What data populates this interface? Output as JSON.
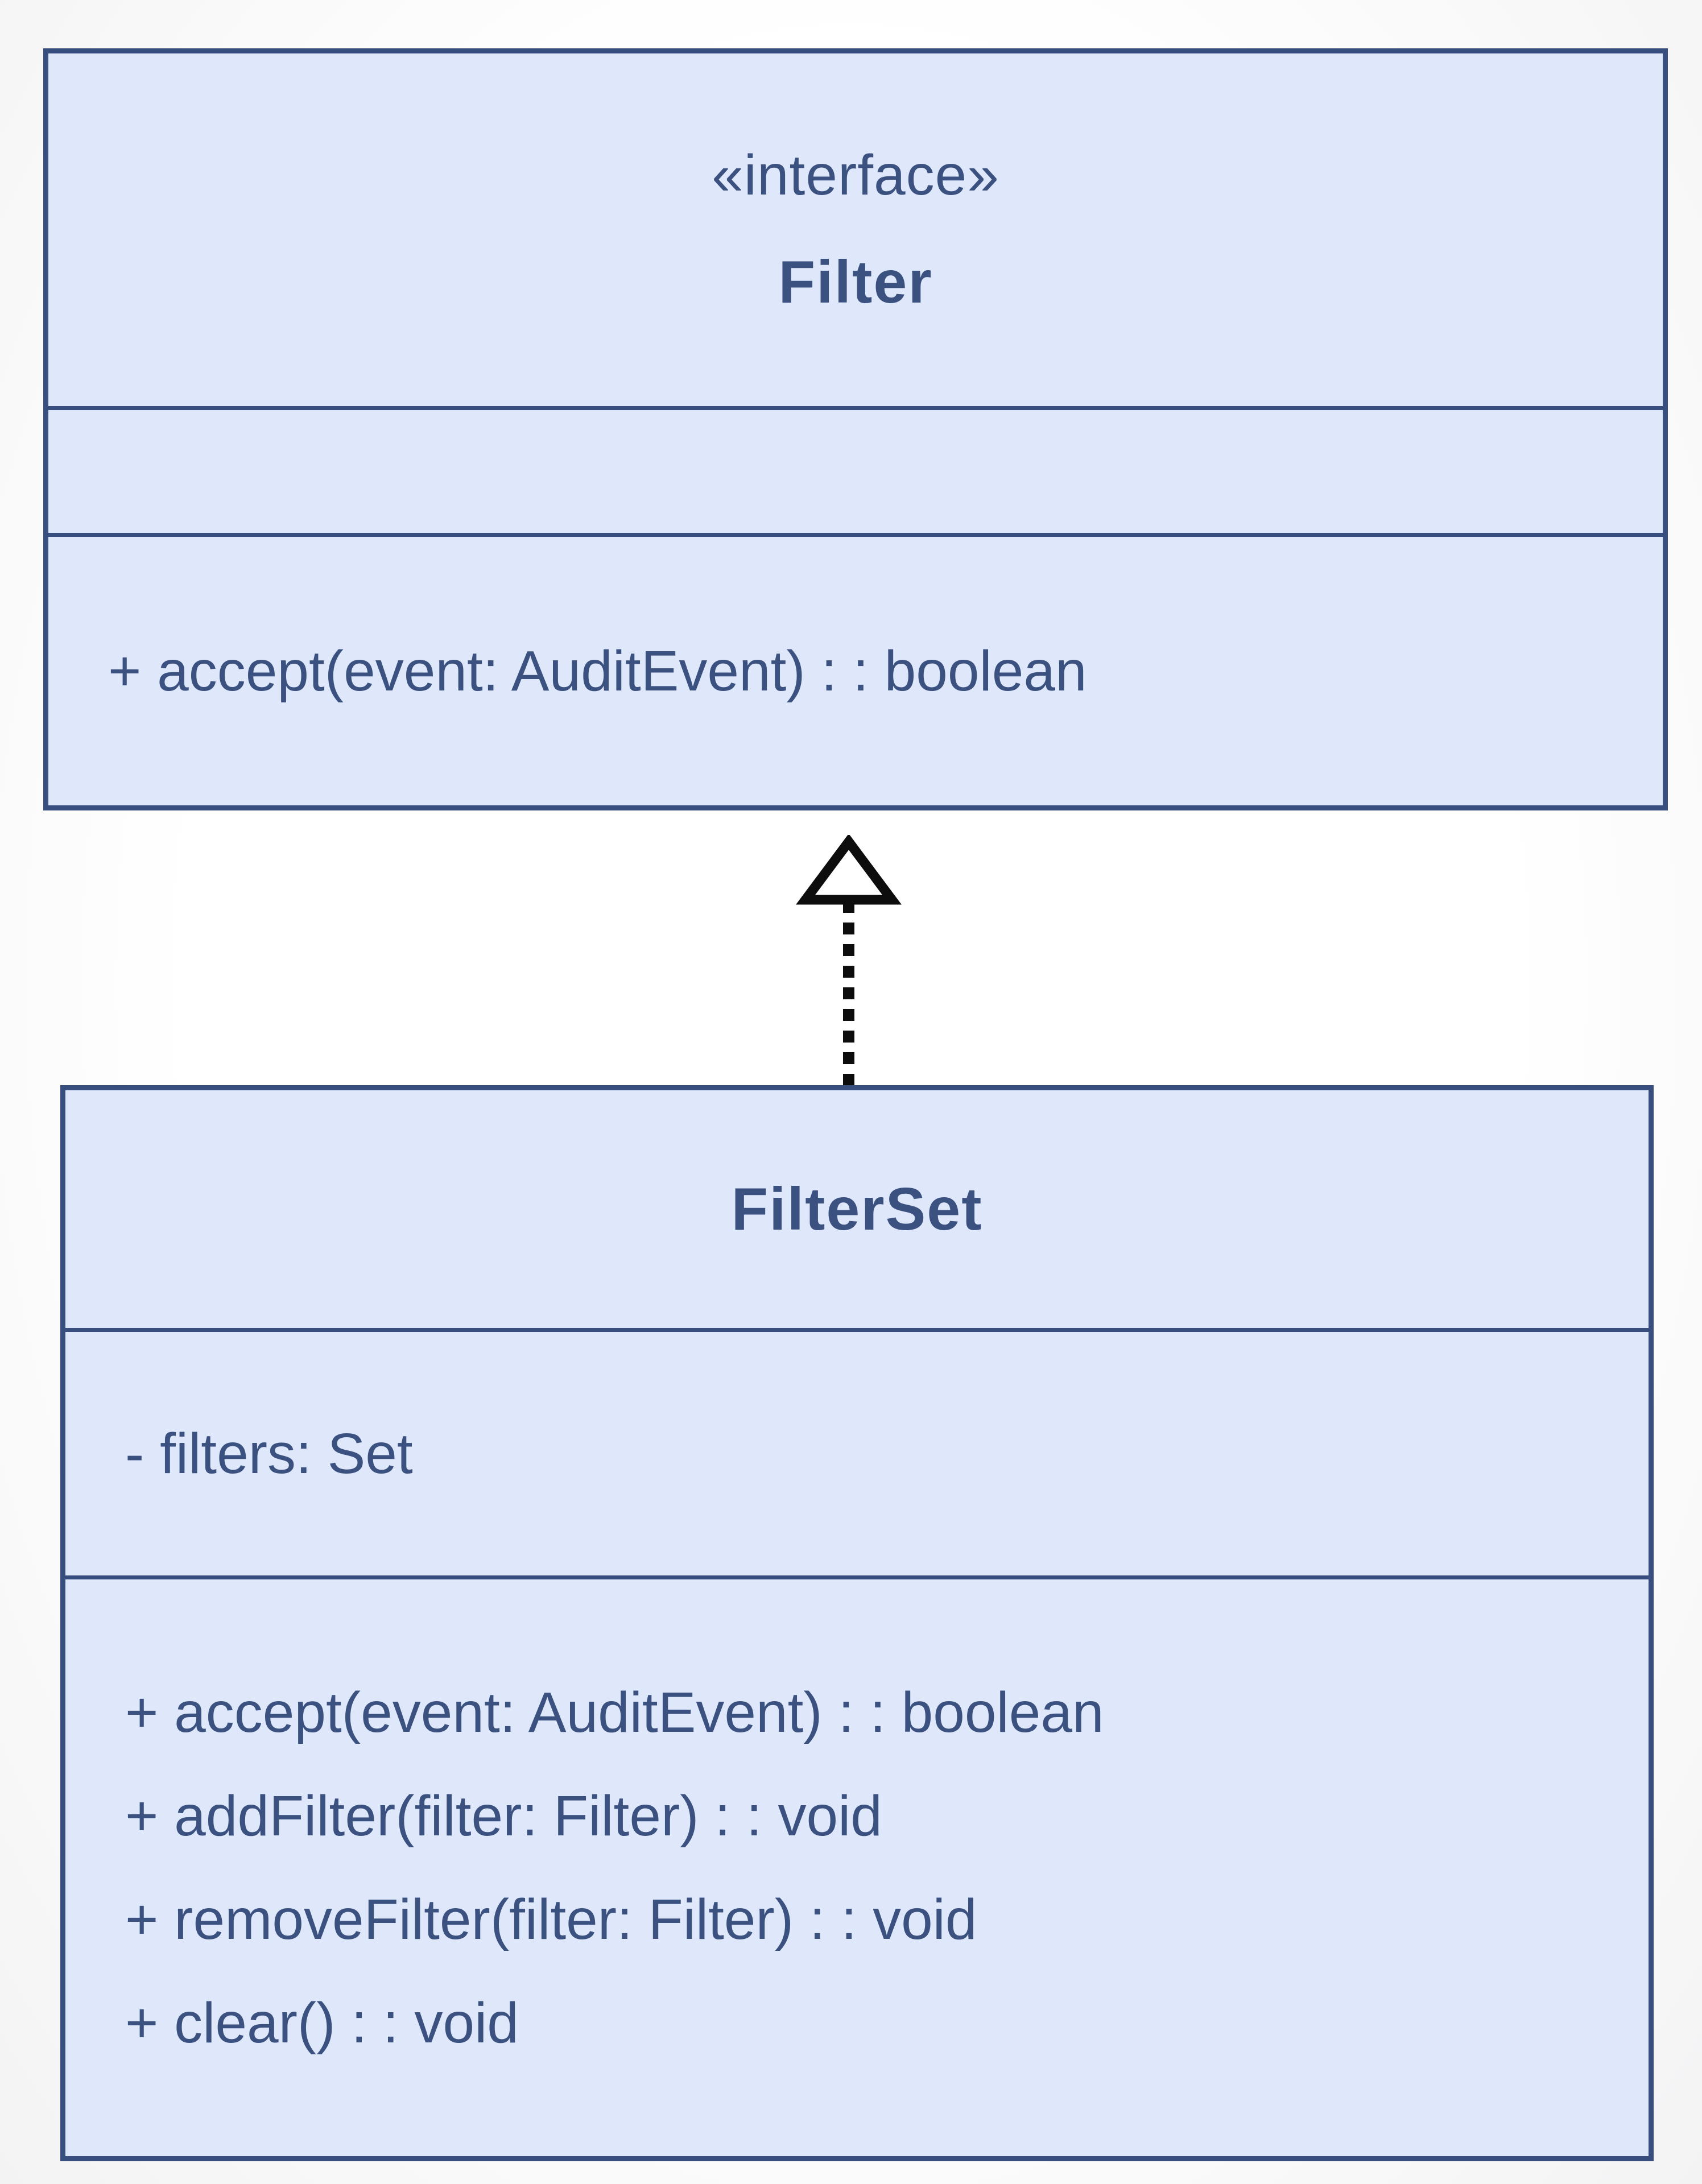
{
  "diagram": {
    "kind": "uml-class-diagram",
    "colors": {
      "box_fill": "#dfe8fb",
      "box_border": "#374e7e",
      "text": "#3b5180",
      "arrow": "#0d0d0d",
      "background": "#ffffff"
    },
    "interface_class": {
      "stereotype": "«interface»",
      "name": "Filter",
      "attributes": [],
      "methods": [
        "+ accept(event: AuditEvent) : : boolean"
      ]
    },
    "child_class": {
      "name": "FilterSet",
      "attributes": [
        "- filters: Set"
      ],
      "methods": [
        "+ accept(event: AuditEvent) : : boolean",
        "+ addFilter(filter: Filter) : : void",
        "+ removeFilter(filter: Filter) : : void",
        "+ clear() : : void"
      ]
    },
    "relationship": {
      "type": "realization",
      "from": "FilterSet",
      "to": "Filter",
      "style": "dashed-line-hollow-triangle"
    }
  }
}
